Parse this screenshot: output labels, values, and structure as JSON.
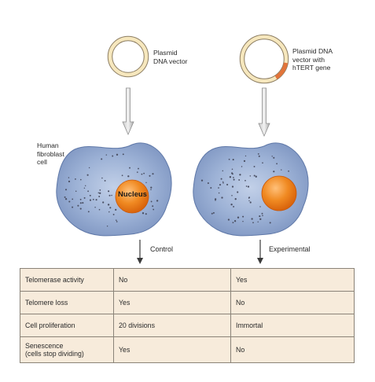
{
  "labels": {
    "plasmid_left": "Plasmid\nDNA vector",
    "plasmid_right": "Plasmid DNA\nvector with\nhTERT gene",
    "cell": "Human\nfibroblast\ncell",
    "nucleus": "Nucleus",
    "control": "Control",
    "experimental": "Experimental"
  },
  "table": {
    "rows": [
      {
        "label": "Telomerase activity",
        "control": "No",
        "experimental": "Yes"
      },
      {
        "label": "Telomere loss",
        "control": "Yes",
        "experimental": "No"
      },
      {
        "label": "Cell proliferation",
        "control": "20 divisions",
        "experimental": "Immortal"
      },
      {
        "label": "Senescence\n(cells stop dividing)",
        "control": "Yes",
        "experimental": "No"
      }
    ]
  },
  "colors": {
    "cell_fill": "#8fa7cf",
    "cell_center": "#bccbe4",
    "nucleus": "#ee7d16",
    "plasmid_ring": "#f3e2b3",
    "htert_segment": "#e2743a",
    "table_bg": "#f7ebdb",
    "arrow": "#9a9a9a"
  }
}
